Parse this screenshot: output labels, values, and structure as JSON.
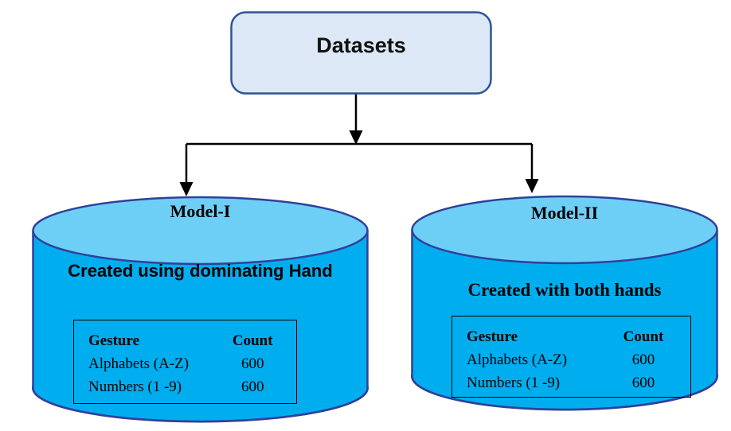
{
  "diagram": {
    "title_box": {
      "label": "Datasets"
    },
    "colors": {
      "box_fill": "#dce8f5",
      "box_border": "#2f5496",
      "cyl_body": "#00aeef",
      "cyl_top": "#6dcff6",
      "cyl_border": "#30409a",
      "arrow": "#000000",
      "text": "#000000"
    },
    "left": {
      "title": "Model-I",
      "subtitle": "Created using dominating Hand",
      "table": {
        "headers": [
          "Gesture",
          "Count"
        ],
        "rows": [
          [
            "Alphabets (A-Z)",
            "600"
          ],
          [
            "Numbers (1 -9)",
            "600"
          ]
        ]
      }
    },
    "right": {
      "title": "Model-II",
      "subtitle": "Created with both hands",
      "table": {
        "headers": [
          "Gesture",
          "Count"
        ],
        "rows": [
          [
            "Alphabets (A-Z)",
            "600"
          ],
          [
            "Numbers (1 -9)",
            "600"
          ]
        ]
      }
    }
  }
}
